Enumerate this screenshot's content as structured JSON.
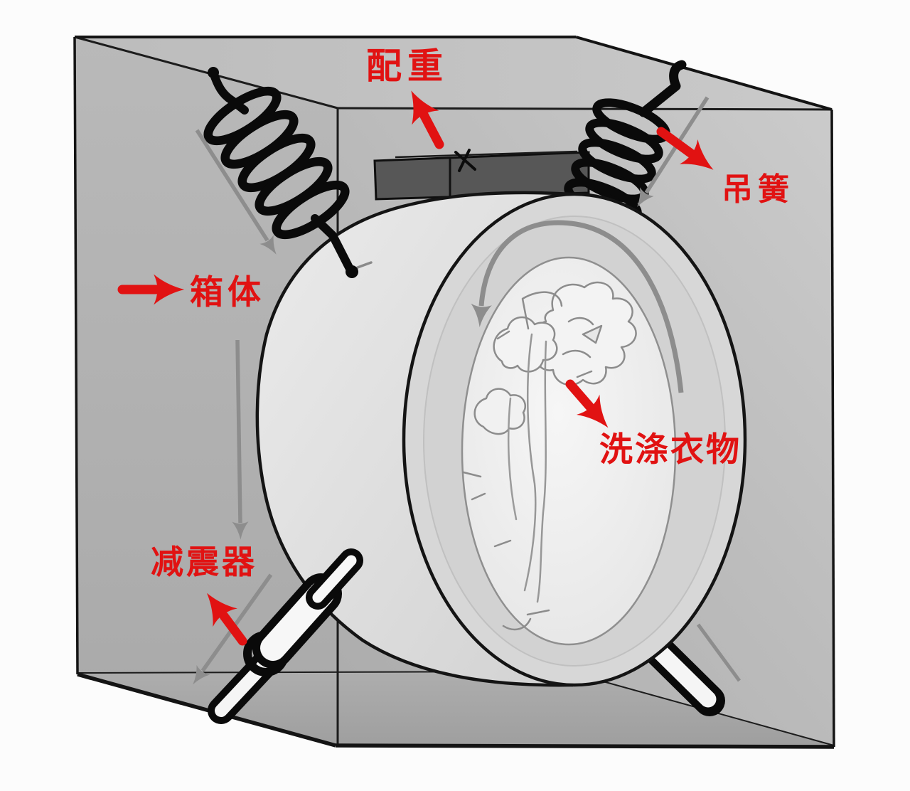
{
  "figure": {
    "labels": {
      "counterweight": "配重",
      "hanging_spring": "吊簧",
      "cabinet": "箱体",
      "laundry": "洗涤衣物",
      "damper": "减震器"
    },
    "colors": {
      "label_red": "#e11212",
      "motion_arrow_gray": "#8d8d8d",
      "line_black": "#161616",
      "cabinet_gray": "#b8b8b8",
      "drum_gray": "#d6d6d6",
      "counterweight_dark": "#575757",
      "background": "#fcfcfc"
    }
  }
}
